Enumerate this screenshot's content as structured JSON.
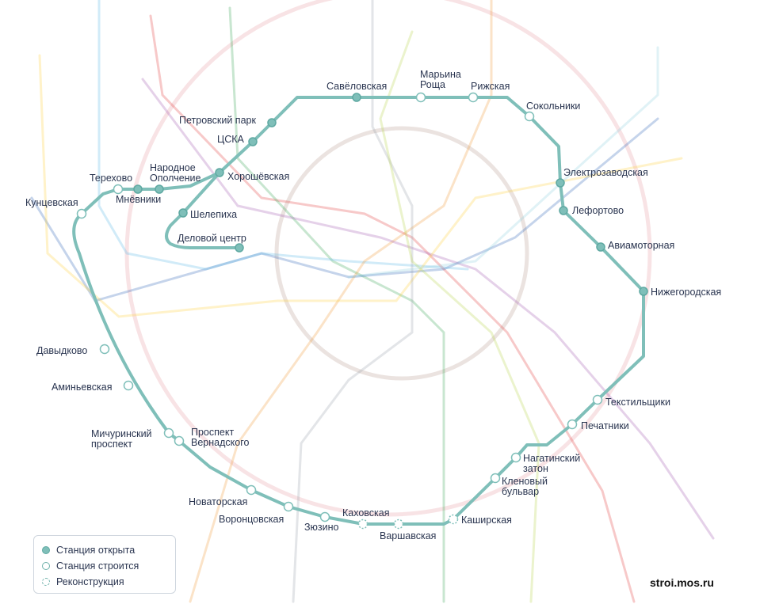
{
  "colors": {
    "bcl": "#7fbfb9",
    "open_fill": "#7fbfb9",
    "building_fill": "#ffffff",
    "label": "#2a3550"
  },
  "legend": {
    "open": "Станция открыта",
    "building": "Станция строится",
    "reconstruction": "Реконструкция"
  },
  "source": "stroi.mos.ru",
  "stations": [
    {
      "id": "savyolovskaya",
      "name": "Савёловская",
      "status": "open"
    },
    {
      "id": "maryina-roshcha",
      "name": "Марьина Роща",
      "status": "building"
    },
    {
      "id": "rizhskaya",
      "name": "Рижская",
      "status": "building"
    },
    {
      "id": "sokolniki",
      "name": "Сокольники",
      "status": "building"
    },
    {
      "id": "elektrozavodskaya",
      "name": "Электрозаводская",
      "status": "open"
    },
    {
      "id": "lefortovo",
      "name": "Лефортово",
      "status": "open"
    },
    {
      "id": "aviamotornaya",
      "name": "Авиамоторная",
      "status": "open"
    },
    {
      "id": "nizhegorodskaya",
      "name": "Нижегородская",
      "status": "open"
    },
    {
      "id": "tekstilshchiki",
      "name": "Текстильщики",
      "status": "building"
    },
    {
      "id": "pechatniki",
      "name": "Печатники",
      "status": "building"
    },
    {
      "id": "nagatinsky-zaton",
      "name": "Нагатинский затон",
      "status": "building"
    },
    {
      "id": "klenovy-bulvar",
      "name": "Кленовый бульвар",
      "status": "building"
    },
    {
      "id": "kashirskaya",
      "name": "Каширская",
      "status": "reconstruction"
    },
    {
      "id": "varshavskaya",
      "name": "Варшавская",
      "status": "reconstruction"
    },
    {
      "id": "kakhovskaya",
      "name": "Каховская",
      "status": "reconstruction"
    },
    {
      "id": "zyuzino",
      "name": "Зюзино",
      "status": "building"
    },
    {
      "id": "vorontsovskaya",
      "name": "Воронцовская",
      "status": "building"
    },
    {
      "id": "novatorskaya",
      "name": "Новаторская",
      "status": "building"
    },
    {
      "id": "prospekt-vernadskogo",
      "name": "Проспект Вернадского",
      "status": "building"
    },
    {
      "id": "michurinsky-prospekt",
      "name": "Мичуринский проспект",
      "status": "building"
    },
    {
      "id": "aminyevskaya",
      "name": "Аминьевская",
      "status": "building"
    },
    {
      "id": "davydkovo",
      "name": "Давыдково",
      "status": "building"
    },
    {
      "id": "kuntsevskaya",
      "name": "Кунцевская",
      "status": "building"
    },
    {
      "id": "terekhovo",
      "name": "Терехово",
      "status": "building"
    },
    {
      "id": "mnyovniki",
      "name": "Мнёвники",
      "status": "open"
    },
    {
      "id": "narodnoe-opolchenie",
      "name": "Народное Ополчение",
      "status": "open"
    },
    {
      "id": "khoroshyovskaya",
      "name": "Хорошёвская",
      "status": "open"
    },
    {
      "id": "shelepikha",
      "name": "Шелепиха",
      "status": "open"
    },
    {
      "id": "delovoy-tsentr",
      "name": "Деловой центр",
      "status": "open"
    },
    {
      "id": "tsska",
      "name": "ЦСКА",
      "status": "open"
    },
    {
      "id": "petrovsky-park",
      "name": "Петровский парк",
      "status": "open"
    }
  ]
}
